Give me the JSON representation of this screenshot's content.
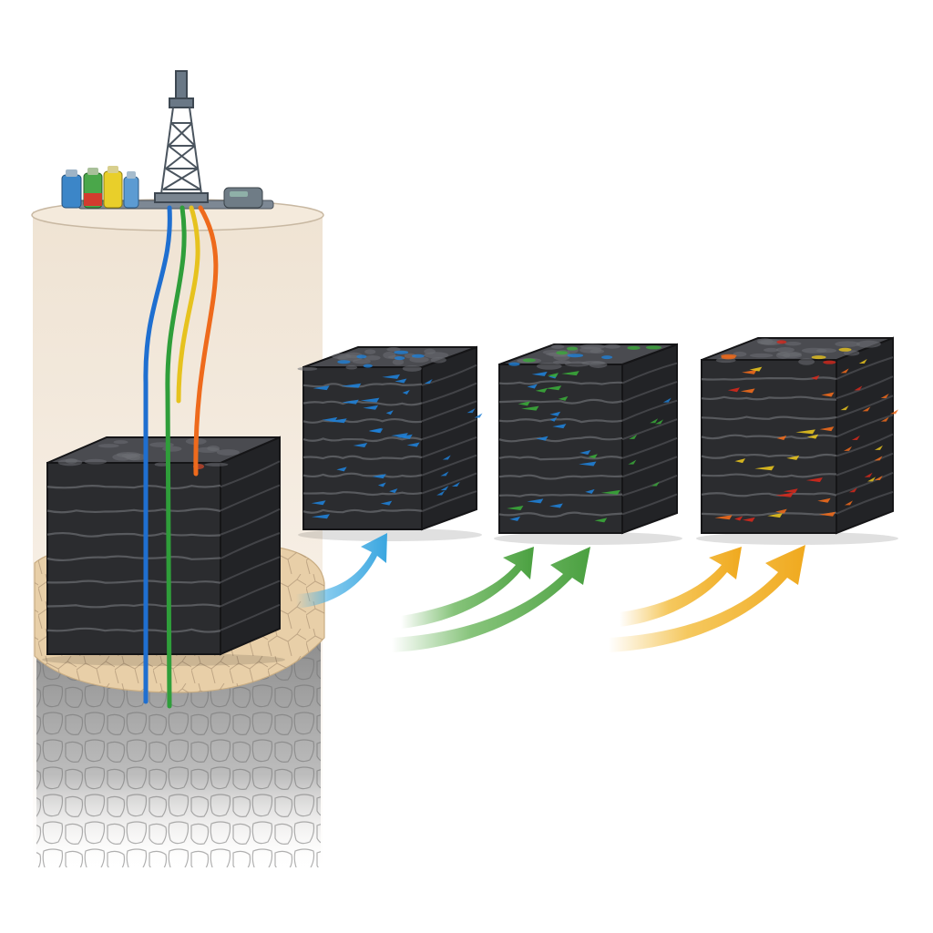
{
  "colors": {
    "background": "#ffffff",
    "shale_dark": "#2b2c2f",
    "shale_mid": "#4a4b50",
    "shale_light": "#6c6d72",
    "soil": "#e8cfa8",
    "rock_gray": "#9a9a9a",
    "well_tint": "#efe2d2",
    "fluid_blue": "#1f7fd6",
    "fluid_green": "#3aa83a",
    "fluid_yellow": "#e6c21e",
    "fluid_orange": "#ee6a1c",
    "fluid_red": "#d4281c",
    "arrow_blue": "#4db2e6",
    "arrow_green": "#5fb04f",
    "arrow_yellow": "#f2b62a",
    "derrick": "#5a6470"
  },
  "icons": [
    "drilling-rig-icon",
    "chemical-tank-icon",
    "pump-unit-icon",
    "injection-pipe-icon",
    "flow-arrow-icon"
  ],
  "stages": [
    {
      "name": "source-rock",
      "fluid_colors": [
        "blue",
        "green",
        "orange"
      ]
    },
    {
      "name": "stage-blue",
      "fluid_colors": [
        "blue"
      ]
    },
    {
      "name": "stage-green",
      "fluid_colors": [
        "green",
        "blue"
      ]
    },
    {
      "name": "stage-orange",
      "fluid_colors": [
        "orange",
        "yellow",
        "red"
      ]
    }
  ],
  "tanks": [
    "blue",
    "green-red",
    "yellow",
    "blue"
  ]
}
